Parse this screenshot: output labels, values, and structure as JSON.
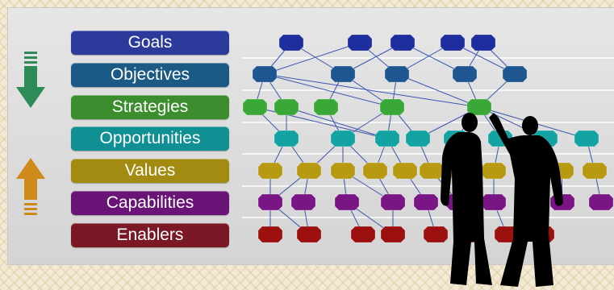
{
  "layers": [
    {
      "label": "Goals",
      "color": "#2c3a9c",
      "node_color": "#1f2e9e"
    },
    {
      "label": "Objectives",
      "color": "#1c5a86",
      "node_color": "#1d5690"
    },
    {
      "label": "Strategies",
      "color": "#3b8d2e",
      "node_color": "#3aa836"
    },
    {
      "label": "Opportunities",
      "color": "#119094",
      "node_color": "#13a3a3"
    },
    {
      "label": "Values",
      "color": "#a38a10",
      "node_color": "#b89a12"
    },
    {
      "label": "Capabilities",
      "color": "#6b1478",
      "node_color": "#7a1585"
    },
    {
      "label": "Enablers",
      "color": "#7a1826",
      "node_color": "#9c1010"
    }
  ],
  "arrows": {
    "down_color": "#2e8b57",
    "up_color": "#d08a1c"
  },
  "diagram_colors": {
    "connector": "#3a55b0",
    "divider": "#ffffff",
    "silhouette": "#000000"
  }
}
